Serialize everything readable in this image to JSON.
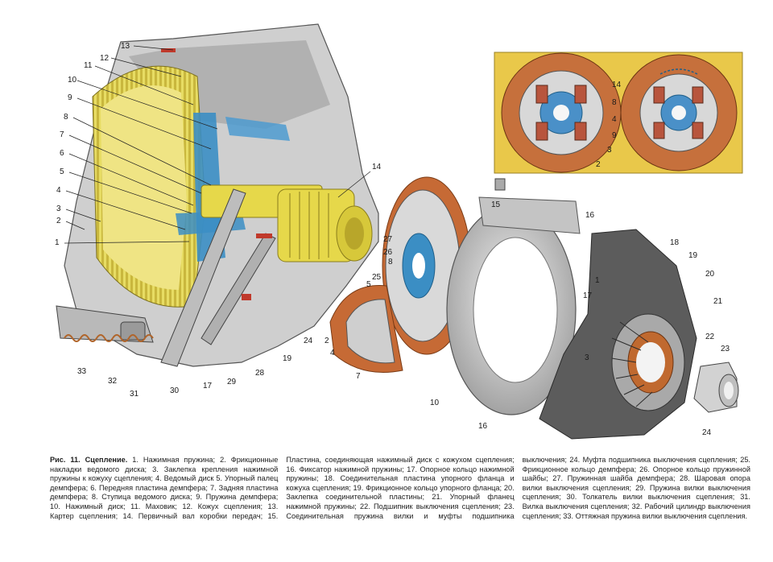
{
  "figure": {
    "inset_bg": "#e9c84a",
    "lining_color": "#b86a3a",
    "hub_color": "#4a90c8",
    "yellow_highlight": "#e6d84a",
    "blue_highlight": "#3b8ec4",
    "callouts_main": [
      {
        "n": "13"
      },
      {
        "n": "12"
      },
      {
        "n": "11"
      },
      {
        "n": "10"
      },
      {
        "n": "9"
      },
      {
        "n": "8"
      },
      {
        "n": "7"
      },
      {
        "n": "6"
      },
      {
        "n": "5"
      },
      {
        "n": "4"
      },
      {
        "n": "3"
      },
      {
        "n": "2"
      },
      {
        "n": "1"
      },
      {
        "n": "33"
      },
      {
        "n": "32"
      },
      {
        "n": "31"
      },
      {
        "n": "30"
      },
      {
        "n": "17"
      },
      {
        "n": "29"
      },
      {
        "n": "28"
      },
      {
        "n": "19"
      },
      {
        "n": "24"
      },
      {
        "n": "14"
      }
    ],
    "callouts_exploded": [
      {
        "n": "27"
      },
      {
        "n": "26"
      },
      {
        "n": "8"
      },
      {
        "n": "25"
      },
      {
        "n": "5"
      },
      {
        "n": "2"
      },
      {
        "n": "4"
      },
      {
        "n": "7"
      },
      {
        "n": "15"
      },
      {
        "n": "16"
      },
      {
        "n": "10"
      },
      {
        "n": "16"
      },
      {
        "n": "3"
      },
      {
        "n": "18"
      },
      {
        "n": "19"
      },
      {
        "n": "1"
      },
      {
        "n": "17"
      },
      {
        "n": "20"
      },
      {
        "n": "21"
      },
      {
        "n": "22"
      },
      {
        "n": "23"
      },
      {
        "n": "24"
      }
    ],
    "callouts_inset": [
      {
        "n": "14"
      },
      {
        "n": "8"
      },
      {
        "n": "4"
      },
      {
        "n": "9"
      },
      {
        "n": "3"
      },
      {
        "n": "2"
      }
    ]
  },
  "caption": {
    "title": "Рис. 11. Сцепление.",
    "text": " 1. Нажимная пружина; 2. Фрикционные накладки ведомого диска; 3. Заклепка крепления нажимной пружины к кожуху сцепления; 4. Ведомый диск 5. Упорный палец демпфера; 6. Передняя пластина демпфера; 7. Задняя пластина демпфера; 8. Ступица ведомого диска; 9. Пружина демпфера; 10. Нажимный диск; 11. Маховик; 12. Кожух сцепления; 13. Картер сцепления; 14. Первичный вал коробки передач; 15. Пластина, соединяющая нажимный диск с кожухом сцепления; 16. Фиксатор нажимной пружины; 17. Опорное кольцо нажимной пружины; 18. Соединительная пластина упорного фланца и кожуха сцепления; 19. Фрикционное кольцо упорного фланца; 20. Заклепка соединительной пластины; 21. Упорный фланец нажимной пружины; 22. Подшипник выключения сцепления; 23. Соединительная пружина вилки и муфты подшипника выключения; 24. Муфта подшипника выключения сцепления; 25. Фрикционное кольцо демпфера; 26. Опорное кольцо пружинной шайбы; 27. Пружинная шайба демпфера; 28. Шаровая опора вилки выключения сцепления; 29. Пружина вилки выключения сцепления; 30. Толкатель вилки выключения сцепления; 31. Вилка выключения сцепления; 32. Рабочий цилиндр выключения сцепления; 33. Оттяжная пружина вилки выключения сцепления."
  }
}
